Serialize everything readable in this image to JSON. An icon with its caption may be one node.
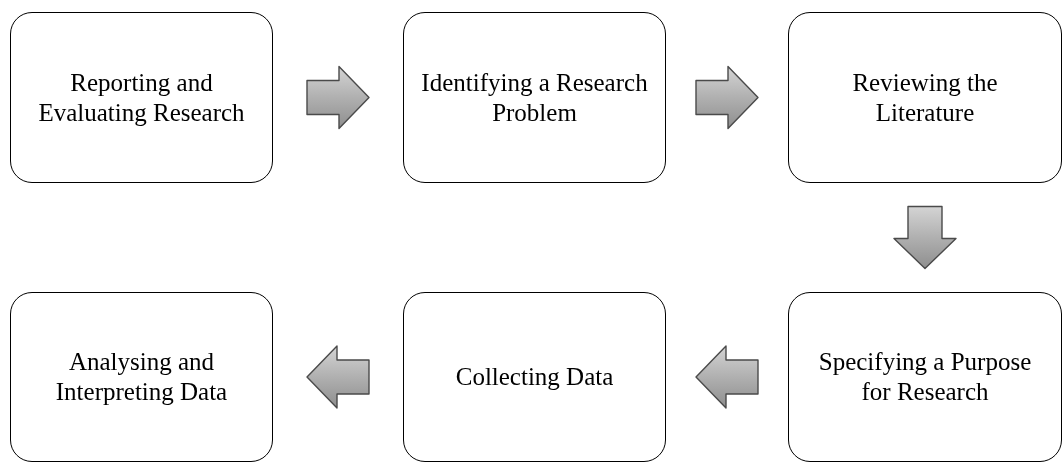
{
  "diagram": {
    "nodes": [
      {
        "text": [
          "Reporting and Evaluating Research"
        ]
      },
      {
        "text": [
          "Identifying a Research Problem"
        ]
      },
      {
        "text": [
          "Reviewing the Literature"
        ]
      },
      {
        "text": [
          "Analysing and Interpreting Data"
        ]
      },
      {
        "text": [
          "Collecting Data"
        ]
      },
      {
        "text": [
          "Specifying a Purpose for Research"
        ]
      }
    ],
    "edges": [
      {
        "from": 0,
        "to": 1,
        "arrow": "to"
      },
      {
        "from": 1,
        "to": 2,
        "arrow": "to"
      },
      {
        "from": 2,
        "to": 5,
        "arrow": "to"
      },
      {
        "from": 5,
        "to": 4,
        "arrow": "to"
      },
      {
        "from": 4,
        "to": 3,
        "arrow": "to"
      }
    ]
  }
}
